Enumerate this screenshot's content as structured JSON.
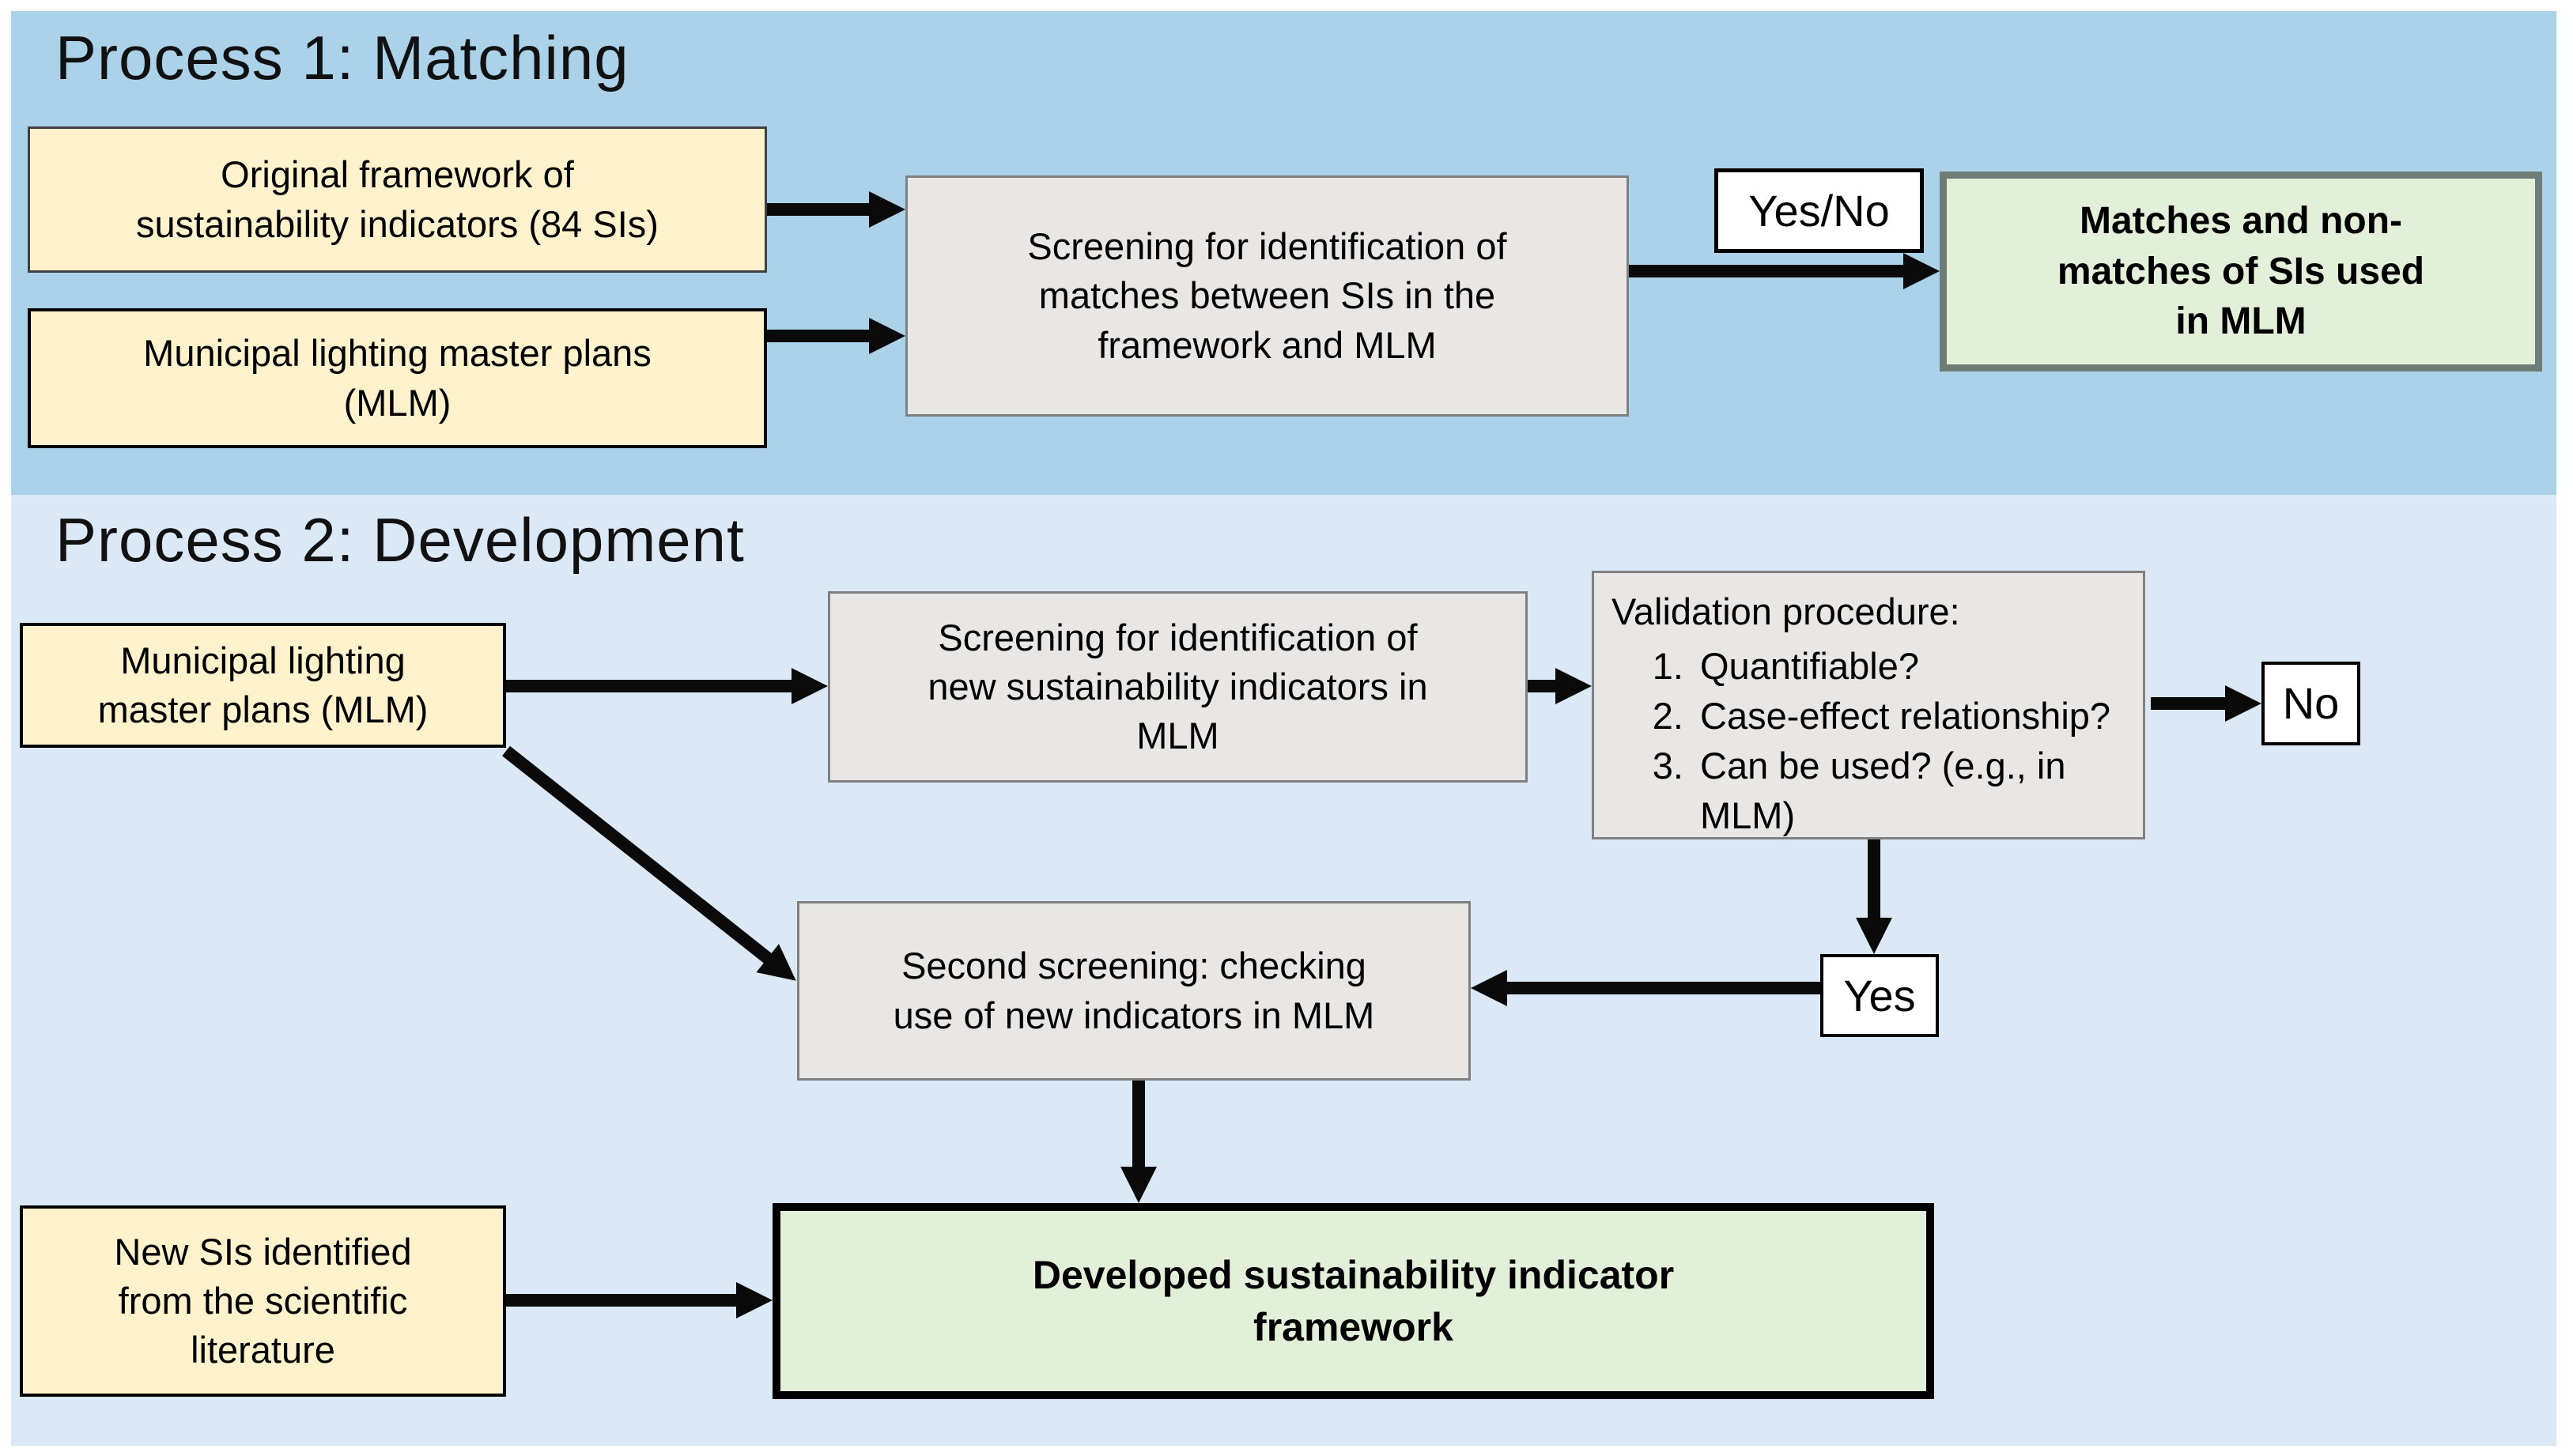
{
  "process1": {
    "title": "Process 1: Matching",
    "panel_color": "#abd2e8",
    "box_original": {
      "lines": [
        "Original framework of",
        "sustainability indicators (84 SIs)"
      ]
    },
    "box_mlm": {
      "lines": [
        "Municipal lighting master plans",
        "(MLM)"
      ]
    },
    "box_screening": {
      "lines": [
        "Screening for identification of",
        "matches between SIs in the",
        "framework and MLM"
      ]
    },
    "label_yesno": "Yes/No",
    "box_result": {
      "lines": [
        "Matches and non-",
        "matches of SIs used",
        "in MLM"
      ]
    }
  },
  "process2": {
    "title": "Process 2: Development",
    "panel_color": "#dbe9f6",
    "box_mlm": {
      "lines": [
        "Municipal lighting",
        "master plans (MLM)"
      ]
    },
    "box_screening": {
      "lines": [
        "Screening for identification of",
        "new sustainability indicators in",
        "MLM"
      ]
    },
    "box_validation": {
      "title": "Validation procedure:",
      "items": [
        "Quantifiable?",
        "Case-effect relationship?",
        "Can be used? (e.g., in MLM)"
      ]
    },
    "label_no": "No",
    "label_yes": "Yes",
    "box_second_screening": {
      "lines": [
        "Second screening: checking",
        "use of new indicators in MLM"
      ]
    },
    "box_new_sis": {
      "lines": [
        "New SIs identified",
        "from the scientific",
        "literature"
      ]
    },
    "box_result": {
      "lines": [
        "Developed sustainability indicator",
        "framework"
      ]
    }
  },
  "colors": {
    "panel1_bg": "#abd2e8",
    "panel2_bg": "#dbe9f6",
    "yellow_box_bg": "#fef2cc",
    "gray_box_bg": "#e8e7e6",
    "gray_box_border": "#808080",
    "green_box_bg": "#e2efd9",
    "green1_border": "#6e7c77",
    "green2_border": "#000000",
    "arrow_color": "#0a0a0a",
    "text_color": "#000000"
  }
}
